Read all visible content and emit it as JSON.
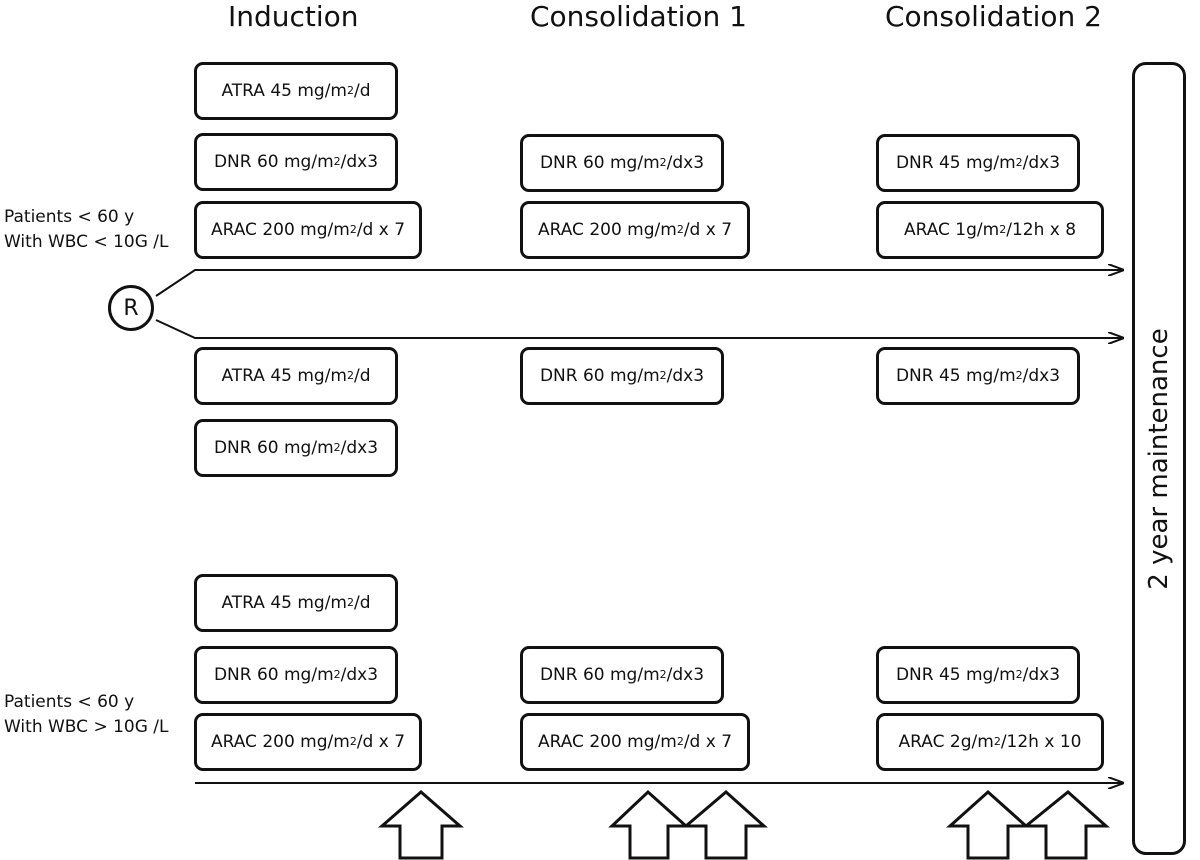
{
  "phases": [
    "Induction",
    "Consolidation 1",
    "Consolidation 2"
  ],
  "randomization_label": "R",
  "group1": {
    "line1": "Patients < 60 y",
    "line2": "With WBC < 10G /L"
  },
  "group2": {
    "line1": "Patients < 60 y",
    "line2": "With WBC > 10G /L"
  },
  "maintenance": "2 year maintenance",
  "boxes": {
    "atra": {
      "pre": "ATRA 45 mg/m",
      "sup": "2",
      "post": "/d"
    },
    "dnr60": {
      "pre": "DNR 60 mg/m",
      "sup": "2",
      "post": "/dx3"
    },
    "dnr45": {
      "pre": "DNR 45 mg/m",
      "sup": "2",
      "post": "/dx3"
    },
    "arac200": {
      "pre": "ARAC 200 mg/m",
      "sup": "2",
      "post": "/d x 7"
    },
    "arac1g": {
      "pre": "ARAC 1g/m",
      "sup": "2",
      "post": "/12h x 8"
    },
    "arac2g": {
      "pre": "ARAC 2g/m",
      "sup": "2",
      "post": "/12h x 10"
    }
  }
}
